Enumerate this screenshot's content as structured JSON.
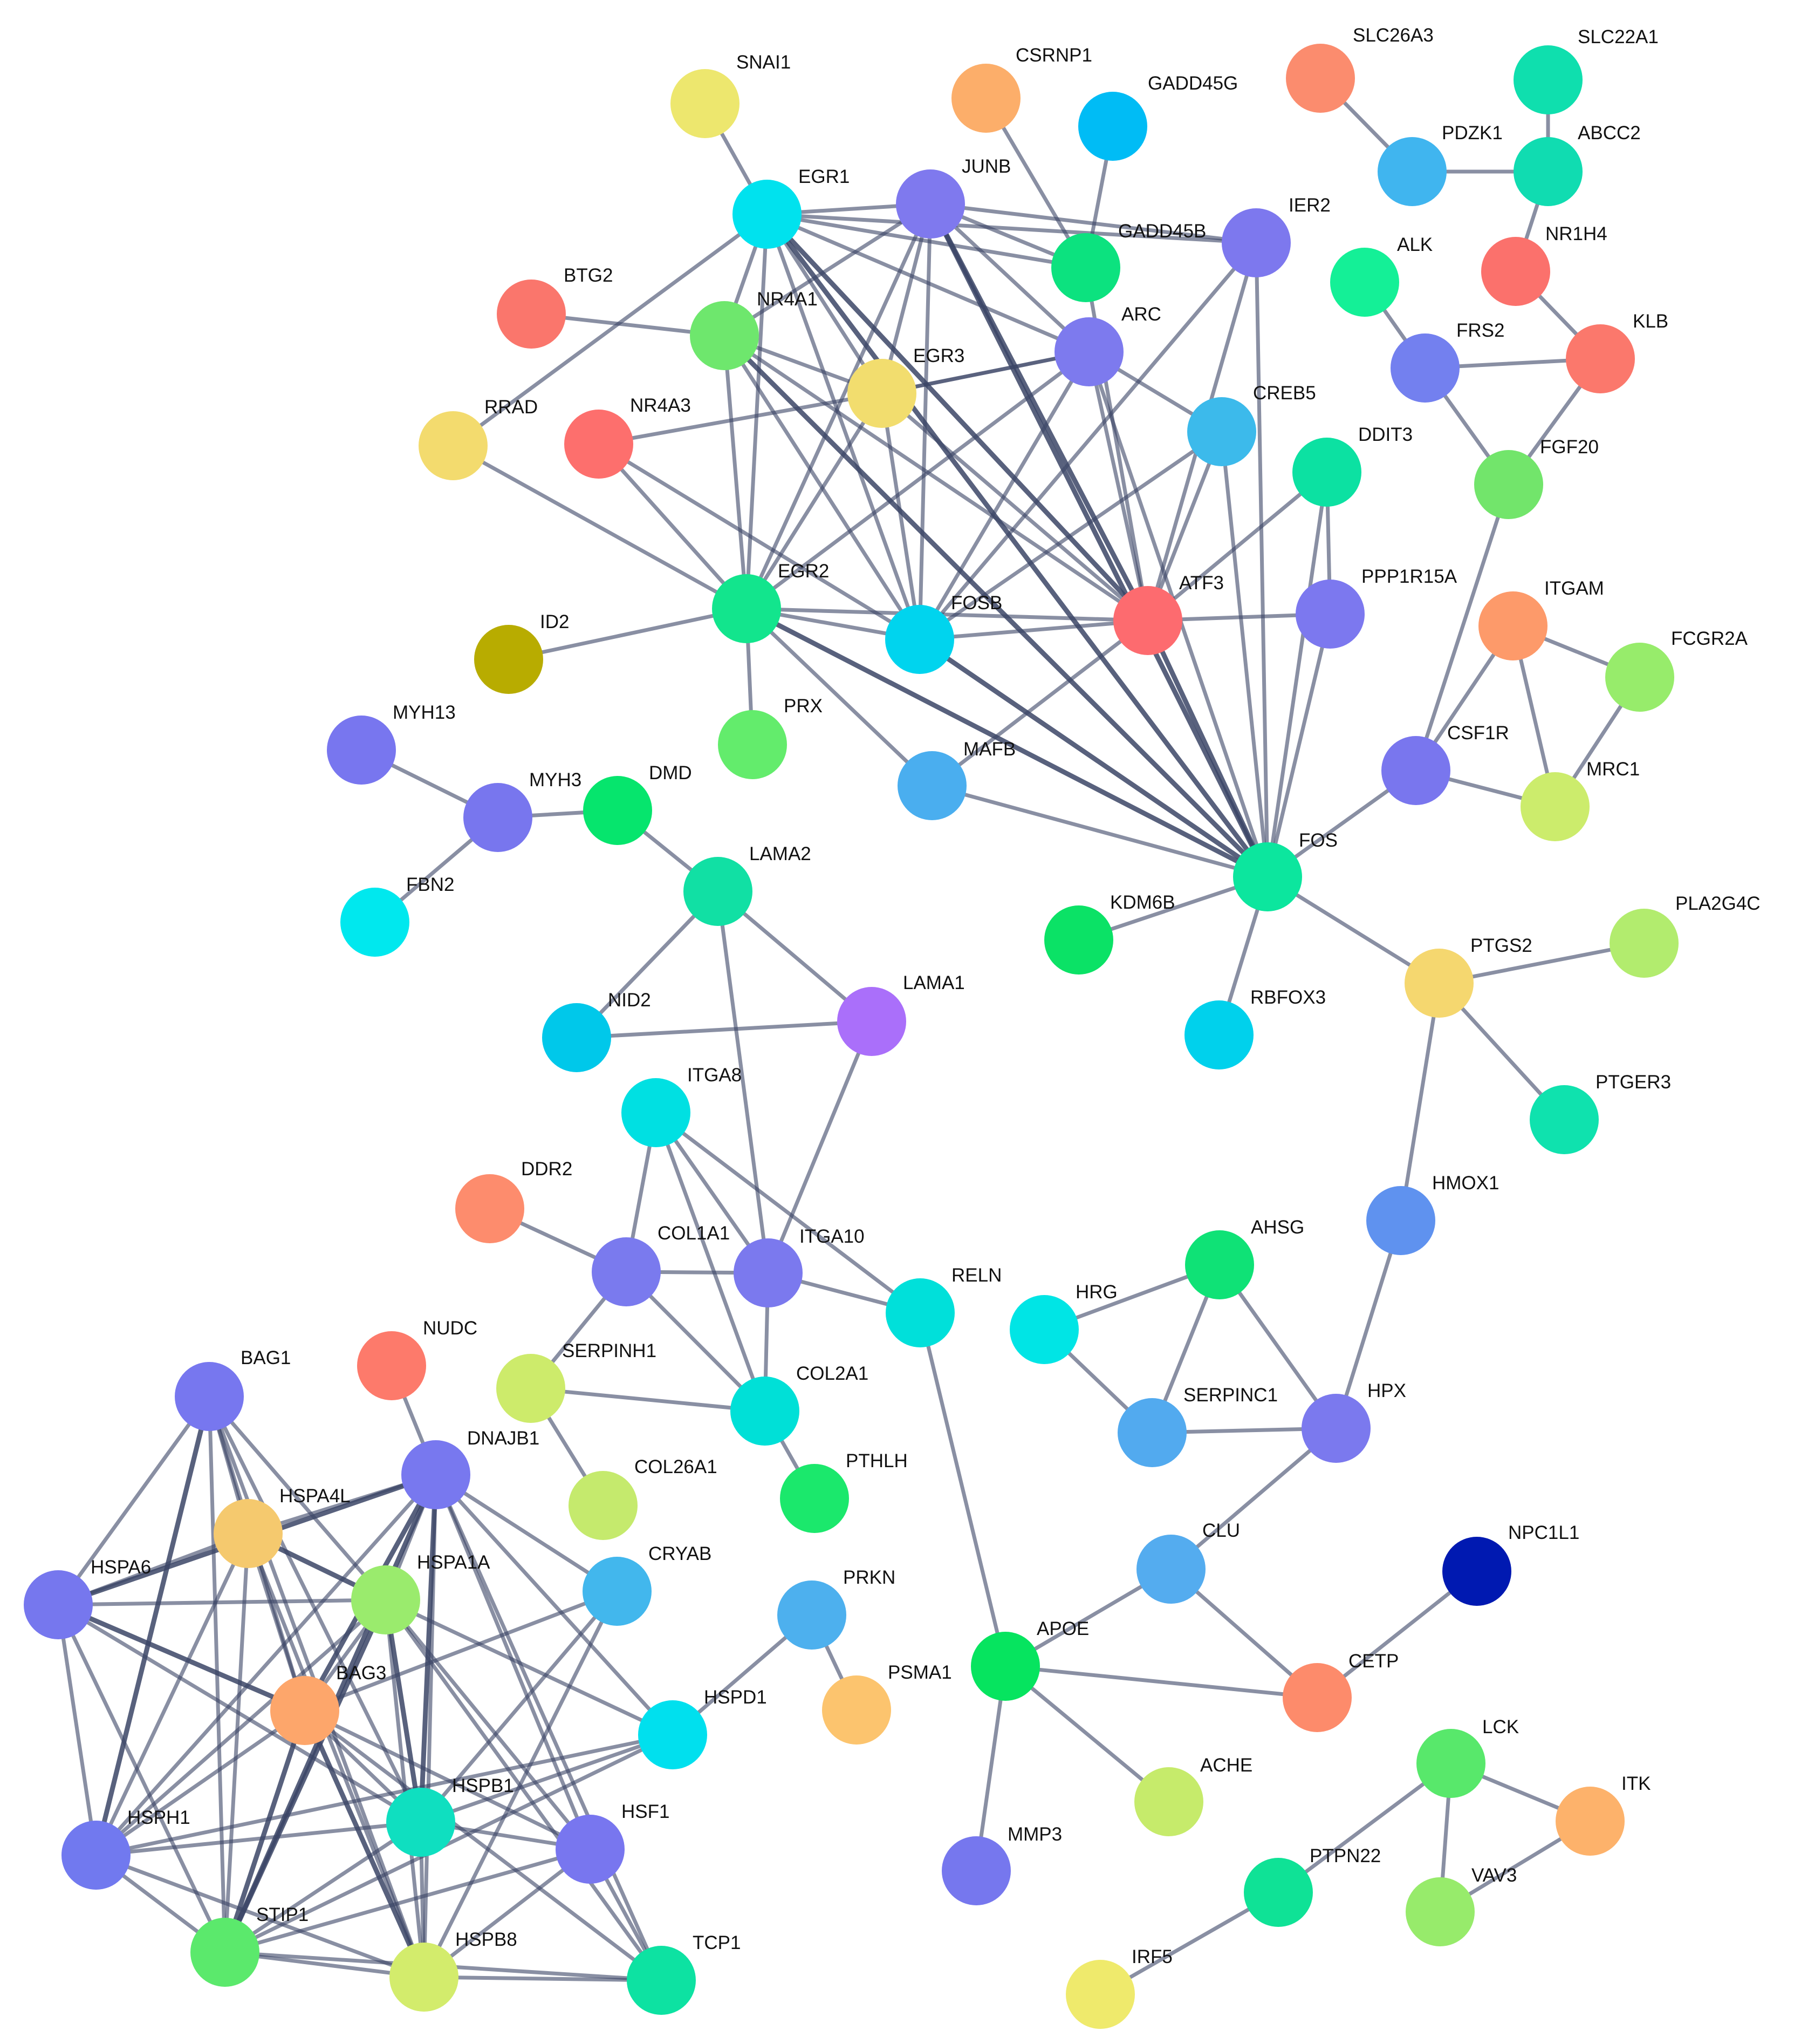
{
  "network": {
    "edge_color": "#3b4566",
    "nodes": [
      {
        "id": "SNAI1",
        "label": "SNAI1",
        "color": "#ede76e"
      },
      {
        "id": "CSRNP1",
        "label": "CSRNP1",
        "color": "#fcae6a"
      },
      {
        "id": "GADD45G",
        "label": "GADD45G",
        "color": "#00bcf5"
      },
      {
        "id": "SLC26A3",
        "label": "SLC26A3",
        "color": "#fb8c6e"
      },
      {
        "id": "SLC22A1",
        "label": "SLC22A1",
        "color": "#0fdfae"
      },
      {
        "id": "EGR1",
        "label": "EGR1",
        "color": "#00e2ee"
      },
      {
        "id": "JUNB",
        "label": "JUNB",
        "color": "#7f79ee"
      },
      {
        "id": "PDZK1",
        "label": "PDZK1",
        "color": "#40b5ef"
      },
      {
        "id": "ABCC2",
        "label": "ABCC2",
        "color": "#10dcb1"
      },
      {
        "id": "GADD45B",
        "label": "GADD45B",
        "color": "#0ce27f"
      },
      {
        "id": "IER2",
        "label": "IER2",
        "color": "#7d78ee"
      },
      {
        "id": "NR1H4",
        "label": "NR1H4",
        "color": "#fb716c"
      },
      {
        "id": "ALK",
        "label": "ALK",
        "color": "#14f097"
      },
      {
        "id": "BTG2",
        "label": "BTG2",
        "color": "#fa766c"
      },
      {
        "id": "NR4A1",
        "label": "NR4A1",
        "color": "#6ee76d"
      },
      {
        "id": "ARC",
        "label": "ARC",
        "color": "#7d7aee"
      },
      {
        "id": "FRS2",
        "label": "FRS2",
        "color": "#7380ef"
      },
      {
        "id": "KLB",
        "label": "KLB",
        "color": "#fb786c"
      },
      {
        "id": "EGR3",
        "label": "EGR3",
        "color": "#f2dd6e"
      },
      {
        "id": "RRAD",
        "label": "RRAD",
        "color": "#f3db6e"
      },
      {
        "id": "NR4A3",
        "label": "NR4A3",
        "color": "#fd6f6d"
      },
      {
        "id": "CREB5",
        "label": "CREB5",
        "color": "#3cbaeb"
      },
      {
        "id": "DDIT3",
        "label": "DDIT3",
        "color": "#0ce1a2"
      },
      {
        "id": "FGF20",
        "label": "FGF20",
        "color": "#72e56b"
      },
      {
        "id": "ATF3",
        "label": "ATF3",
        "color": "#fd6b6f"
      },
      {
        "id": "EGR2",
        "label": "EGR2",
        "color": "#12e58d"
      },
      {
        "id": "FOSB",
        "label": "FOSB",
        "color": "#00d4ee"
      },
      {
        "id": "PPP1R15A",
        "label": "PPP1R15A",
        "color": "#7c78ef"
      },
      {
        "id": "ID2",
        "label": "ID2",
        "color": "#b8ac00"
      },
      {
        "id": "ITGAM",
        "label": "ITGAM",
        "color": "#fd9a6a"
      },
      {
        "id": "FCGR2A",
        "label": "FCGR2A",
        "color": "#97ec6b"
      },
      {
        "id": "MYH13",
        "label": "MYH13",
        "color": "#7876ef"
      },
      {
        "id": "PRX",
        "label": "PRX",
        "color": "#63ec6c"
      },
      {
        "id": "CSF1R",
        "label": "CSF1R",
        "color": "#7976ee"
      },
      {
        "id": "MAFB",
        "label": "MAFB",
        "color": "#4aaeef"
      },
      {
        "id": "MRC1",
        "label": "MRC1",
        "color": "#ccec6c"
      },
      {
        "id": "MYH3",
        "label": "MYH3",
        "color": "#7876ee"
      },
      {
        "id": "DMD",
        "label": "DMD",
        "color": "#06e56d"
      },
      {
        "id": "FOS",
        "label": "FOS",
        "color": "#0ce69e"
      },
      {
        "id": "LAMA2",
        "label": "LAMA2",
        "color": "#11e0a4"
      },
      {
        "id": "FBN2",
        "label": "FBN2",
        "color": "#00e8ee"
      },
      {
        "id": "KDM6B",
        "label": "KDM6B",
        "color": "#0be266"
      },
      {
        "id": "PLA2G4C",
        "label": "PLA2G4C",
        "color": "#b2ec6e"
      },
      {
        "id": "PTGS2",
        "label": "PTGS2",
        "color": "#f5d76f"
      },
      {
        "id": "NID2",
        "label": "NID2",
        "color": "#00c8ea"
      },
      {
        "id": "LAMA1",
        "label": "LAMA1",
        "color": "#aa6ffa"
      },
      {
        "id": "RBFOX3",
        "label": "RBFOX3",
        "color": "#00d1ec"
      },
      {
        "id": "ITGA8",
        "label": "ITGA8",
        "color": "#00e0e2"
      },
      {
        "id": "PTGER3",
        "label": "PTGER3",
        "color": "#0fe2ae"
      },
      {
        "id": "DDR2",
        "label": "DDR2",
        "color": "#fd8c6d"
      },
      {
        "id": "HMOX1",
        "label": "HMOX1",
        "color": "#5f92ef"
      },
      {
        "id": "COL1A1",
        "label": "COL1A1",
        "color": "#7a7aee"
      },
      {
        "id": "ITGA10",
        "label": "ITGA10",
        "color": "#7b79ee"
      },
      {
        "id": "AHSG",
        "label": "AHSG",
        "color": "#0fe276"
      },
      {
        "id": "RELN",
        "label": "RELN",
        "color": "#00e0da"
      },
      {
        "id": "HRG",
        "label": "HRG",
        "color": "#00e5e5"
      },
      {
        "id": "NUDC",
        "label": "NUDC",
        "color": "#fd7a6b"
      },
      {
        "id": "BAG1",
        "label": "BAG1",
        "color": "#7777ef"
      },
      {
        "id": "SERPINH1",
        "label": "SERPINH1",
        "color": "#cdeb6b"
      },
      {
        "id": "COL2A1",
        "label": "COL2A1",
        "color": "#00e0d7"
      },
      {
        "id": "SERPINC1",
        "label": "SERPINC1",
        "color": "#52aaef"
      },
      {
        "id": "HPX",
        "label": "HPX",
        "color": "#7b79ee"
      },
      {
        "id": "DNAJB1",
        "label": "DNAJB1",
        "color": "#7878ef"
      },
      {
        "id": "HSPA4L",
        "label": "HSPA4L",
        "color": "#f5c96e"
      },
      {
        "id": "COL26A1",
        "label": "COL26A1",
        "color": "#c5ea6d"
      },
      {
        "id": "PTHLH",
        "label": "PTHLH",
        "color": "#1be86c"
      },
      {
        "id": "NPC1L1",
        "label": "NPC1L1",
        "color": "#0019b1"
      },
      {
        "id": "CLU",
        "label": "CLU",
        "color": "#54acef"
      },
      {
        "id": "HSPA6",
        "label": "HSPA6",
        "color": "#7677ee"
      },
      {
        "id": "HSPA1A",
        "label": "HSPA1A",
        "color": "#9aeb6d"
      },
      {
        "id": "CRYAB",
        "label": "CRYAB",
        "color": "#42b7ed"
      },
      {
        "id": "PRKN",
        "label": "PRKN",
        "color": "#4db0ee"
      },
      {
        "id": "APOE",
        "label": "APOE",
        "color": "#06e45f"
      },
      {
        "id": "CETP",
        "label": "CETP",
        "color": "#fd8b6b"
      },
      {
        "id": "BAG3",
        "label": "BAG3",
        "color": "#fda66b"
      },
      {
        "id": "PSMA1",
        "label": "PSMA1",
        "color": "#fcc46e"
      },
      {
        "id": "HSPD1",
        "label": "HSPD1",
        "color": "#00e0ee"
      },
      {
        "id": "LCK",
        "label": "LCK",
        "color": "#58e86b"
      },
      {
        "id": "HSPB1",
        "label": "HSPB1",
        "color": "#0fdfc0"
      },
      {
        "id": "ACHE",
        "label": "ACHE",
        "color": "#c6eb6b"
      },
      {
        "id": "HSPH1",
        "label": "HSPH1",
        "color": "#7179ef"
      },
      {
        "id": "HSF1",
        "label": "HSF1",
        "color": "#7876ef"
      },
      {
        "id": "ITK",
        "label": "ITK",
        "color": "#fdb26b"
      },
      {
        "id": "PTPN22",
        "label": "PTPN22",
        "color": "#0fe296"
      },
      {
        "id": "MMP3",
        "label": "MMP3",
        "color": "#7677ee"
      },
      {
        "id": "VAV3",
        "label": "VAV3",
        "color": "#97eb6b"
      },
      {
        "id": "STIP1",
        "label": "STIP1",
        "color": "#5be96c"
      },
      {
        "id": "HSPB8",
        "label": "HSPB8",
        "color": "#d3ec6c"
      },
      {
        "id": "TCP1",
        "label": "TCP1",
        "color": "#0de2a2"
      },
      {
        "id": "IRF5",
        "label": "IRF5",
        "color": "#efea6c"
      }
    ],
    "edges": [
      [
        "SNAI1",
        "EGR1"
      ],
      [
        "EGR1",
        "RRAD"
      ],
      [
        "EGR1",
        "NR4A1"
      ],
      [
        "EGR1",
        "EGR3"
      ],
      [
        "EGR1",
        "EGR2"
      ],
      [
        "EGR1",
        "FOSB"
      ],
      [
        "EGR1",
        "ATF3"
      ],
      [
        "EGR1",
        "FOS"
      ],
      [
        "EGR1",
        "JUNB"
      ],
      [
        "EGR1",
        "IER2"
      ],
      [
        "EGR1",
        "ARC"
      ],
      [
        "EGR1",
        "GADD45B"
      ],
      [
        "CSRNP1",
        "GADD45B"
      ],
      [
        "GADD45G",
        "GADD45B"
      ],
      [
        "JUNB",
        "IER2"
      ],
      [
        "JUNB",
        "ARC"
      ],
      [
        "JUNB",
        "EGR3"
      ],
      [
        "JUNB",
        "EGR2"
      ],
      [
        "JUNB",
        "FOSB"
      ],
      [
        "JUNB",
        "ATF3"
      ],
      [
        "JUNB",
        "FOS"
      ],
      [
        "JUNB",
        "NR4A1"
      ],
      [
        "JUNB",
        "GADD45B"
      ],
      [
        "IER2",
        "ATF3"
      ],
      [
        "IER2",
        "FOS"
      ],
      [
        "IER2",
        "FOSB"
      ],
      [
        "GADD45B",
        "ATF3"
      ],
      [
        "ARC",
        "FOSB"
      ],
      [
        "ARC",
        "CREB5"
      ],
      [
        "ARC",
        "EGR2"
      ],
      [
        "ARC",
        "ATF3"
      ],
      [
        "ARC",
        "FOS"
      ],
      [
        "ARC",
        "EGR3"
      ],
      [
        "BTG2",
        "NR4A1"
      ],
      [
        "NR4A1",
        "EGR3"
      ],
      [
        "NR4A1",
        "EGR2"
      ],
      [
        "NR4A1",
        "FOSB"
      ],
      [
        "NR4A1",
        "ATF3"
      ],
      [
        "NR4A1",
        "FOS"
      ],
      [
        "EGR3",
        "NR4A3"
      ],
      [
        "EGR3",
        "EGR2"
      ],
      [
        "EGR3",
        "FOSB"
      ],
      [
        "EGR3",
        "ATF3"
      ],
      [
        "EGR3",
        "ARC"
      ],
      [
        "RRAD",
        "EGR2"
      ],
      [
        "NR4A3",
        "EGR2"
      ],
      [
        "NR4A3",
        "FOSB"
      ],
      [
        "CREB5",
        "ATF3"
      ],
      [
        "CREB5",
        "FOS"
      ],
      [
        "CREB5",
        "FOSB"
      ],
      [
        "DDIT3",
        "ATF3"
      ],
      [
        "DDIT3",
        "PPP1R15A"
      ],
      [
        "DDIT3",
        "FOS"
      ],
      [
        "ATF3",
        "PPP1R15A"
      ],
      [
        "ATF3",
        "FOSB"
      ],
      [
        "ATF3",
        "FOS"
      ],
      [
        "ATF3",
        "EGR2"
      ],
      [
        "ATF3",
        "MAFB"
      ],
      [
        "PPP1R15A",
        "FOS"
      ],
      [
        "EGR2",
        "ID2"
      ],
      [
        "EGR2",
        "FOSB"
      ],
      [
        "EGR2",
        "FOS"
      ],
      [
        "EGR2",
        "PRX"
      ],
      [
        "EGR2",
        "MAFB"
      ],
      [
        "FOSB",
        "FOS"
      ],
      [
        "MAFB",
        "FOS"
      ],
      [
        "FOS",
        "KDM6B"
      ],
      [
        "FOS",
        "RBFOX3"
      ],
      [
        "FOS",
        "CSF1R"
      ],
      [
        "FOS",
        "PTGS2"
      ],
      [
        "SLC26A3",
        "PDZK1"
      ],
      [
        "PDZK1",
        "ABCC2"
      ],
      [
        "SLC22A1",
        "ABCC2"
      ],
      [
        "ABCC2",
        "NR1H4"
      ],
      [
        "NR1H4",
        "KLB"
      ],
      [
        "ALK",
        "FRS2"
      ],
      [
        "FRS2",
        "KLB"
      ],
      [
        "FRS2",
        "FGF20"
      ],
      [
        "KLB",
        "FGF20"
      ],
      [
        "FGF20",
        "CSF1R"
      ],
      [
        "ITGAM",
        "CSF1R"
      ],
      [
        "ITGAM",
        "MRC1"
      ],
      [
        "ITGAM",
        "FCGR2A"
      ],
      [
        "FCGR2A",
        "MRC1"
      ],
      [
        "CSF1R",
        "MRC1"
      ],
      [
        "MYH13",
        "MYH3"
      ],
      [
        "MYH3",
        "FBN2"
      ],
      [
        "MYH3",
        "DMD"
      ],
      [
        "DMD",
        "LAMA2"
      ],
      [
        "LAMA2",
        "NID2"
      ],
      [
        "LAMA2",
        "LAMA1"
      ],
      [
        "LAMA2",
        "ITGA10"
      ],
      [
        "NID2",
        "LAMA1"
      ],
      [
        "LAMA1",
        "ITGA10"
      ],
      [
        "ITGA8",
        "COL1A1"
      ],
      [
        "ITGA8",
        "COL2A1"
      ],
      [
        "ITGA8",
        "ITGA10"
      ],
      [
        "ITGA8",
        "RELN"
      ],
      [
        "DDR2",
        "COL1A1"
      ],
      [
        "COL1A1",
        "ITGA10"
      ],
      [
        "COL1A1",
        "COL2A1"
      ],
      [
        "COL1A1",
        "SERPINH1"
      ],
      [
        "ITGA10",
        "COL2A1"
      ],
      [
        "ITGA10",
        "RELN"
      ],
      [
        "SERPINH1",
        "COL2A1"
      ],
      [
        "SERPINH1",
        "COL26A1"
      ],
      [
        "COL2A1",
        "PTHLH"
      ],
      [
        "RELN",
        "APOE"
      ],
      [
        "PTGS2",
        "PLA2G4C"
      ],
      [
        "PTGS2",
        "PTGER3"
      ],
      [
        "PTGS2",
        "HMOX1"
      ],
      [
        "HMOX1",
        "HPX"
      ],
      [
        "HRG",
        "AHSG"
      ],
      [
        "HRG",
        "SERPINC1"
      ],
      [
        "AHSG",
        "SERPINC1"
      ],
      [
        "AHSG",
        "HPX"
      ],
      [
        "SERPINC1",
        "HPX"
      ],
      [
        "HPX",
        "CLU"
      ],
      [
        "CLU",
        "APOE"
      ],
      [
        "CLU",
        "CETP"
      ],
      [
        "APOE",
        "CETP"
      ],
      [
        "APOE",
        "ACHE"
      ],
      [
        "APOE",
        "MMP3"
      ],
      [
        "NPC1L1",
        "CETP"
      ],
      [
        "PRKN",
        "PSMA1"
      ],
      [
        "PRKN",
        "HSPD1"
      ],
      [
        "LCK",
        "ITK"
      ],
      [
        "LCK",
        "VAV3"
      ],
      [
        "LCK",
        "PTPN22"
      ],
      [
        "ITK",
        "VAV3"
      ],
      [
        "PTPN22",
        "IRF5"
      ],
      [
        "NUDC",
        "DNAJB1"
      ],
      [
        "BAG1",
        "HSPA4L"
      ],
      [
        "BAG1",
        "HSPA6"
      ],
      [
        "BAG1",
        "HSPA1A"
      ],
      [
        "BAG1",
        "BAG3"
      ],
      [
        "BAG1",
        "HSPB1"
      ],
      [
        "BAG1",
        "HSPH1"
      ],
      [
        "BAG1",
        "STIP1"
      ],
      [
        "BAG1",
        "HSPB8"
      ],
      [
        "DNAJB1",
        "HSPA4L"
      ],
      [
        "DNAJB1",
        "HSPA6"
      ],
      [
        "DNAJB1",
        "HSPA1A"
      ],
      [
        "DNAJB1",
        "BAG3"
      ],
      [
        "DNAJB1",
        "CRYAB"
      ],
      [
        "DNAJB1",
        "HSPD1"
      ],
      [
        "DNAJB1",
        "HSPB1"
      ],
      [
        "DNAJB1",
        "HSPH1"
      ],
      [
        "DNAJB1",
        "HSF1"
      ],
      [
        "DNAJB1",
        "STIP1"
      ],
      [
        "DNAJB1",
        "HSPB8"
      ],
      [
        "DNAJB1",
        "TCP1"
      ],
      [
        "HSPA4L",
        "HSPA6"
      ],
      [
        "HSPA4L",
        "HSPA1A"
      ],
      [
        "HSPA4L",
        "BAG3"
      ],
      [
        "HSPA4L",
        "HSPH1"
      ],
      [
        "HSPA4L",
        "STIP1"
      ],
      [
        "HSPA4L",
        "HSPB8"
      ],
      [
        "HSPA6",
        "HSPA1A"
      ],
      [
        "HSPA6",
        "BAG3"
      ],
      [
        "HSPA6",
        "HSPH1"
      ],
      [
        "HSPA6",
        "STIP1"
      ],
      [
        "HSPA6",
        "HSPB1"
      ],
      [
        "HSPA1A",
        "BAG3"
      ],
      [
        "HSPA1A",
        "HSPB1"
      ],
      [
        "HSPA1A",
        "HSPH1"
      ],
      [
        "HSPA1A",
        "HSF1"
      ],
      [
        "HSPA1A",
        "STIP1"
      ],
      [
        "HSPA1A",
        "HSPB8"
      ],
      [
        "HSPA1A",
        "TCP1"
      ],
      [
        "HSPA1A",
        "HSPD1"
      ],
      [
        "CRYAB",
        "BAG3"
      ],
      [
        "CRYAB",
        "HSPB1"
      ],
      [
        "CRYAB",
        "HSPB8"
      ],
      [
        "BAG3",
        "HSPB1"
      ],
      [
        "BAG3",
        "HSPH1"
      ],
      [
        "BAG3",
        "STIP1"
      ],
      [
        "BAG3",
        "HSPB8"
      ],
      [
        "BAG3",
        "HSF1"
      ],
      [
        "BAG3",
        "TCP1"
      ],
      [
        "HSPD1",
        "HSPB1"
      ],
      [
        "HSPD1",
        "HSPH1"
      ],
      [
        "HSPD1",
        "STIP1"
      ],
      [
        "HSPB1",
        "HSPH1"
      ],
      [
        "HSPB1",
        "STIP1"
      ],
      [
        "HSPB1",
        "HSPB8"
      ],
      [
        "HSPB1",
        "HSF1"
      ],
      [
        "HSPH1",
        "STIP1"
      ],
      [
        "HSPH1",
        "HSPB8"
      ],
      [
        "HSF1",
        "STIP1"
      ],
      [
        "HSF1",
        "HSPB8"
      ],
      [
        "HSF1",
        "TCP1"
      ],
      [
        "STIP1",
        "HSPB8"
      ],
      [
        "STIP1",
        "TCP1"
      ],
      [
        "HSPB8",
        "TCP1"
      ]
    ]
  }
}
